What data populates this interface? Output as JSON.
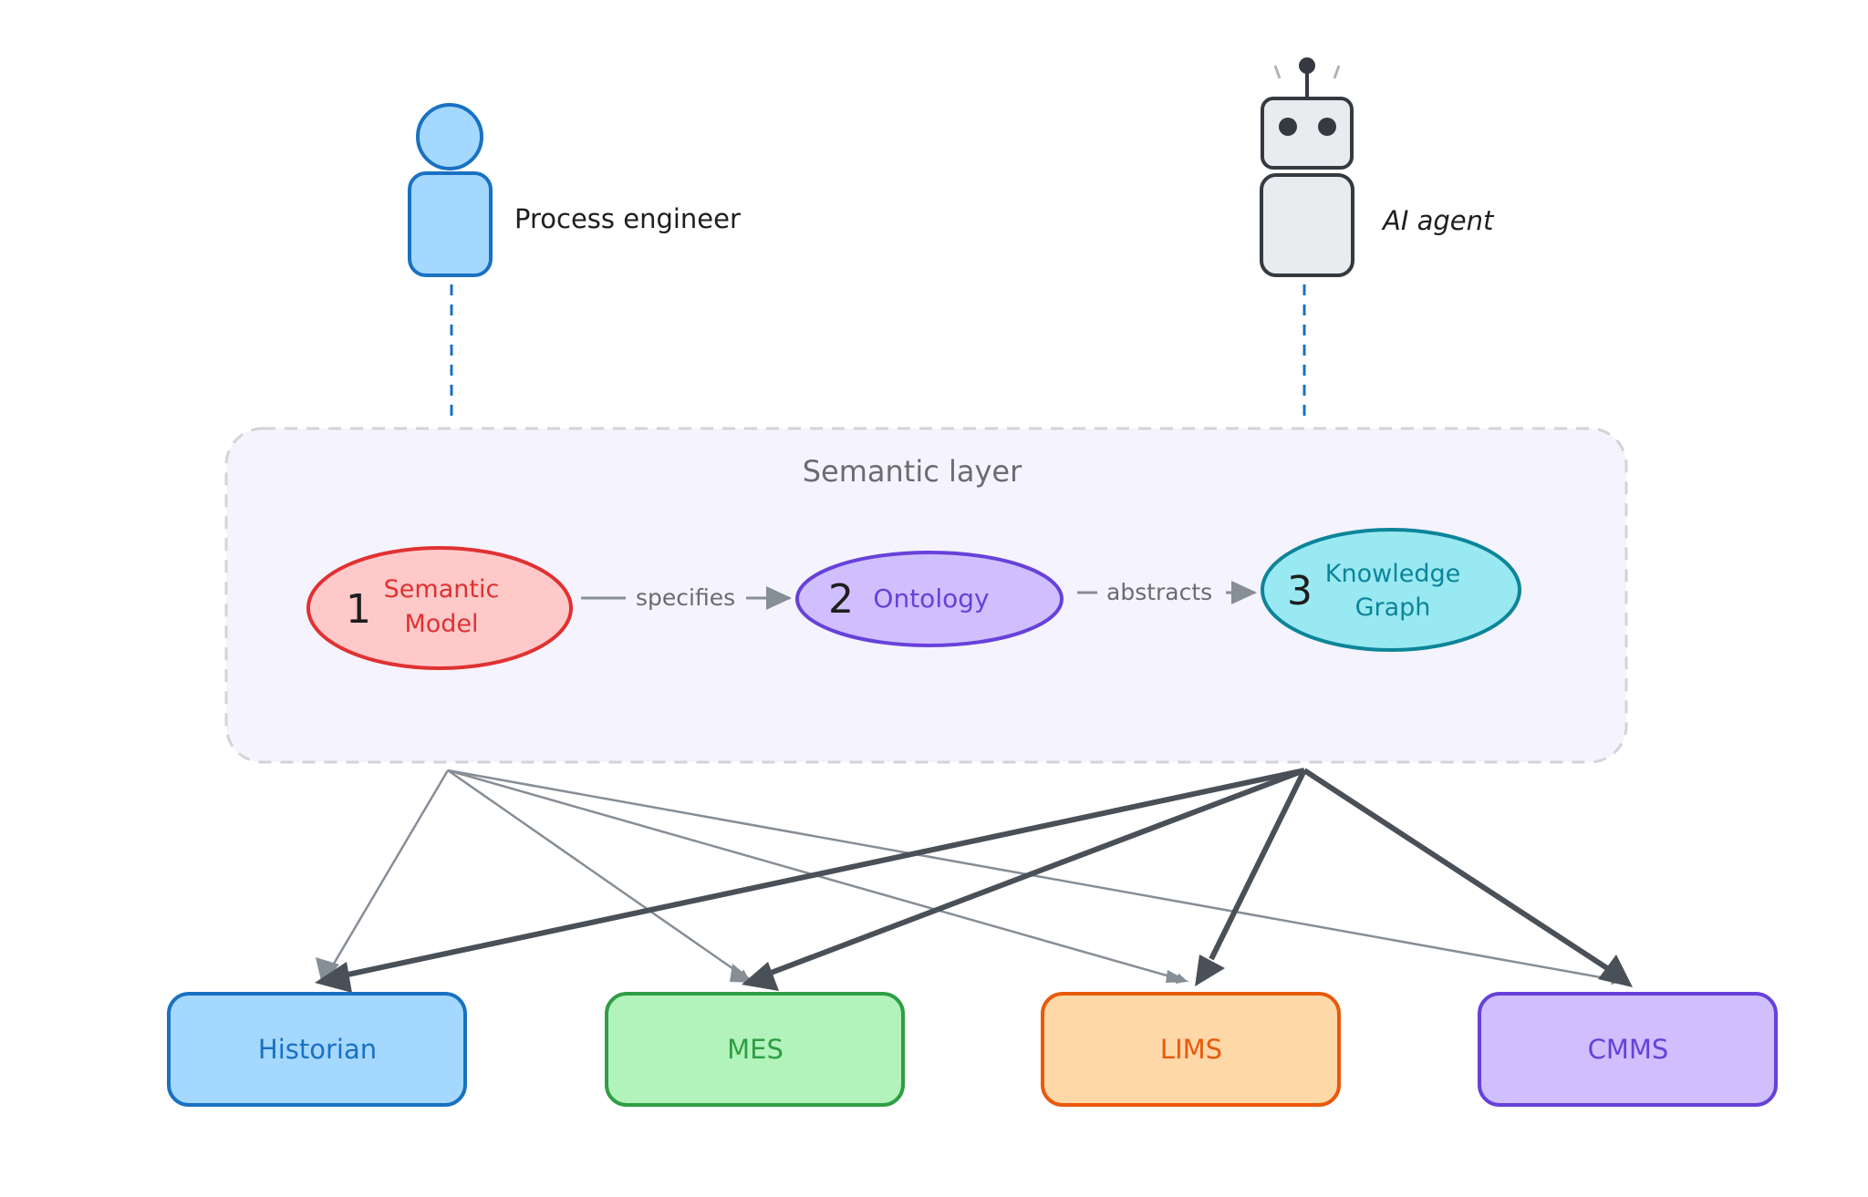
{
  "actors": {
    "process_engineer": {
      "label": "Process engineer",
      "color": "#1971c2",
      "fill": "#a5d8ff"
    },
    "ai_agent": {
      "label": "AI agent",
      "color": "#343a40",
      "fill": "#e9ecef"
    }
  },
  "semantic_layer": {
    "title": "Semantic layer",
    "fill": "#f5f3fd",
    "border": "#c9c9d1"
  },
  "nodes": [
    {
      "number": "1",
      "label_line1": "Semantic",
      "label_line2": "Model",
      "stroke": "#e03131",
      "fill": "#ffc9c9",
      "text_color": "#e03131"
    },
    {
      "number": "2",
      "label_line1": "Ontology",
      "label_line2": "",
      "stroke": "#6741d9",
      "fill": "#d0bfff",
      "text_color": "#6741d9"
    },
    {
      "number": "3",
      "label_line1": "Knowledge",
      "label_line2": "Graph",
      "stroke": "#0c8599",
      "fill": "#99e9f2",
      "text_color": "#0c8599"
    }
  ],
  "relations": [
    {
      "label": "specifies",
      "from": "1",
      "to": "2"
    },
    {
      "label": "abstracts",
      "from": "2",
      "to": "3"
    }
  ],
  "systems": [
    {
      "label": "Historian",
      "stroke": "#1971c2",
      "fill": "#a5d8ff",
      "text_color": "#1971c2"
    },
    {
      "label": "MES",
      "stroke": "#2f9e44",
      "fill": "#b2f2bb",
      "text_color": "#2f9e44"
    },
    {
      "label": "LIMS",
      "stroke": "#e8590c",
      "fill": "#ffd8a8",
      "text_color": "#e8590c"
    },
    {
      "label": "CMMS",
      "stroke": "#6741d9",
      "fill": "#d0bfff",
      "text_color": "#6741d9"
    }
  ],
  "connectors": {
    "thin_color": "#868e96",
    "thick_color": "#495057",
    "dashed_color": "#1971c2"
  }
}
